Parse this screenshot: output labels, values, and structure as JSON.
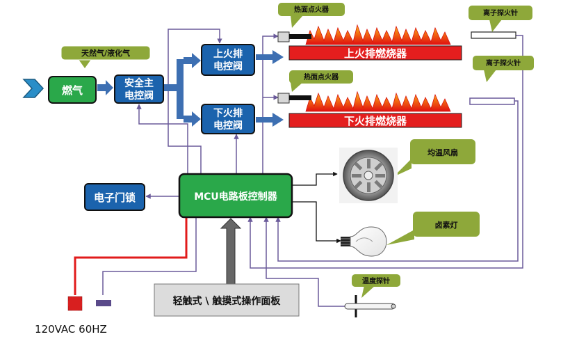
{
  "callouts": {
    "gas_type": "天然气/液化气",
    "igniter_top": "热面点火器",
    "igniter_bottom": "热面点火器",
    "ion_probe_top": "离子探火针",
    "ion_probe_bottom": "离子探火针",
    "fan": "均温风扇",
    "lamp": "卤素灯",
    "temp_probe": "温度探针"
  },
  "boxes": {
    "gas": "燃气",
    "main_valve_line1": "安全主",
    "main_valve_line2": "电控阀",
    "upper_valve_line1": "上火排",
    "upper_valve_line2": "电控阀",
    "lower_valve_line1": "下火排",
    "lower_valve_line2": "电控阀",
    "door_lock": "电子门锁",
    "mcu": "MCU电路板控制器",
    "panel": "轻触式 \\ 触摸式操作面板"
  },
  "burners": {
    "upper": "上火排燃烧器",
    "lower": "下火排燃烧器"
  },
  "power": {
    "plus": "+",
    "minus": "−",
    "label": "120VAC 60HZ"
  },
  "colors": {
    "green_box": "#2aa84a",
    "blue_box": "#1b63ad",
    "burner_red": "#e41e1e",
    "callout_olive": "#8ea83a",
    "wire_purple": "#6a5a9a",
    "wire_red": "#e11b1b",
    "pipe_blue": "#3d6fb2",
    "panel_gray": "#dcdcdc"
  }
}
